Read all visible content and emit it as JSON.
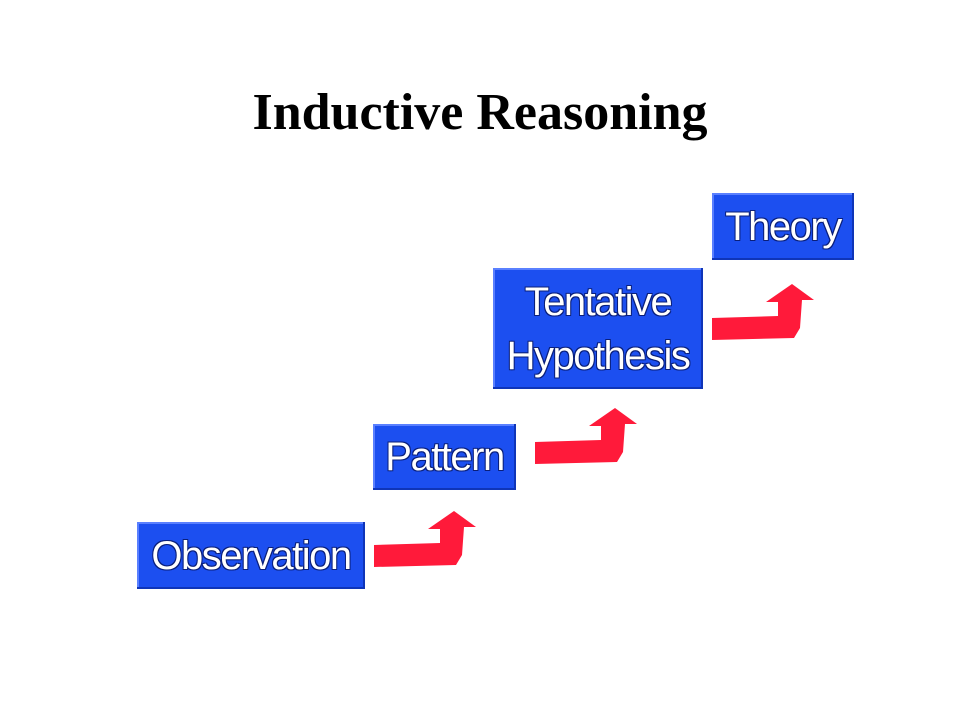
{
  "title": "Inductive Reasoning",
  "steps": [
    {
      "label": "Observation"
    },
    {
      "label": "Pattern"
    },
    {
      "label": "Tentative\nHypothesis"
    },
    {
      "label": "Theory"
    }
  ],
  "colors": {
    "box_fill": "#1c4ff0",
    "box_text": "#ffffff",
    "arrow": "#ff1a3a",
    "title": "#000000"
  },
  "icons": [
    "arrow-up-right-icon"
  ]
}
